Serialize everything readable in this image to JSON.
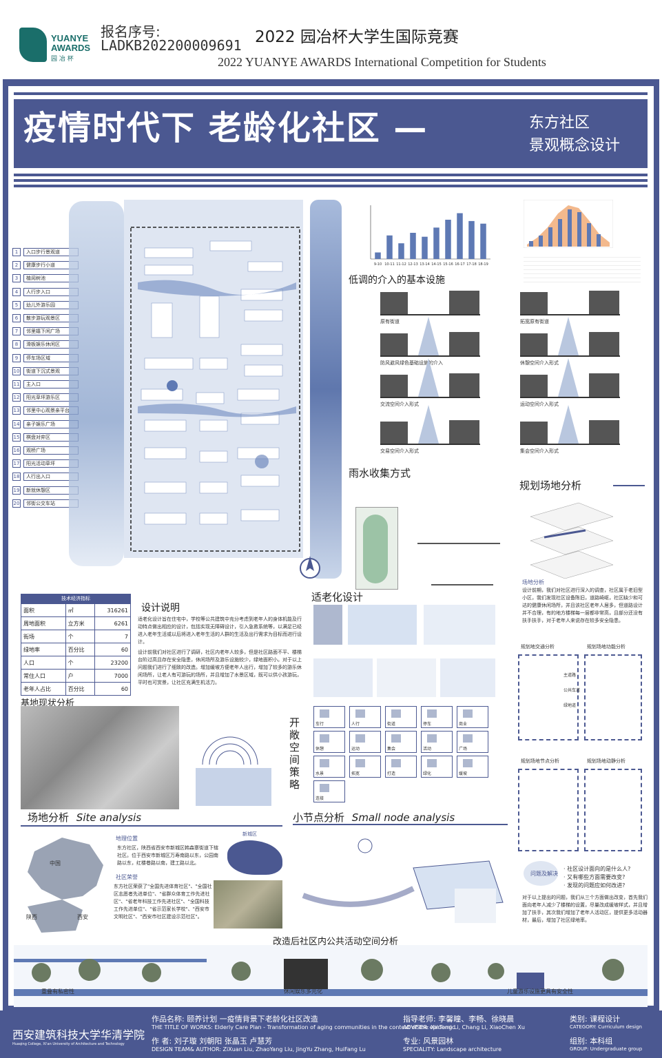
{
  "header": {
    "logo": {
      "line1": "YUANYE",
      "line2": "AWARDS",
      "line3": "园 冶 杯"
    },
    "reg_label": "报名序号:",
    "reg_no": "LADKB202200009691",
    "title_cn": "2022 园冶杯大学生国际竞赛",
    "title_en": "2022 YUANYE AWARDS International Competition for  Students"
  },
  "poster": {
    "title_main": "疫情时代下 老龄化社区 —",
    "title_sub1": "东方社区",
    "title_sub2": "景观概念设计"
  },
  "legend": [
    {
      "n": "1",
      "label": "入口步行景观道"
    },
    {
      "n": "2",
      "label": "健康步行小道"
    },
    {
      "n": "3",
      "label": "植阅树池"
    },
    {
      "n": "4",
      "label": "人行步入口"
    },
    {
      "n": "5",
      "label": "幼儿外游乐园"
    },
    {
      "n": "6",
      "label": "散步游玩观景区"
    },
    {
      "n": "7",
      "label": "邻里嬉下闲广场"
    },
    {
      "n": "8",
      "label": "滑板娱乐休闲区"
    },
    {
      "n": "9",
      "label": "停车场区域"
    },
    {
      "n": "10",
      "label": "街道下沉式景观"
    },
    {
      "n": "11",
      "label": "主入口"
    },
    {
      "n": "12",
      "label": "阳光草坪游乐区"
    },
    {
      "n": "13",
      "label": "邻里中心观景亲平台"
    },
    {
      "n": "14",
      "label": "亲子娱乐广场"
    },
    {
      "n": "15",
      "label": "棋盘对弈区"
    },
    {
      "n": "16",
      "label": "观桥广场"
    },
    {
      "n": "17",
      "label": "阳光活动草坪"
    },
    {
      "n": "18",
      "label": "人行出入口"
    },
    {
      "n": "19",
      "label": "新就休憩区"
    },
    {
      "n": "20",
      "label": "邻街公交车站"
    }
  ],
  "sections": {
    "facilities": "低调的介入的基本设施",
    "rain": "雨水收集方式",
    "planning": "规划场地分析",
    "aging": "适老化设计",
    "design_desc": "设计说明",
    "site_status": "基地现状分析",
    "open_space": "开敞空间策略",
    "site_analysis_cn": "场地分析",
    "site_analysis_en": "Site analysis",
    "small_node_cn": "小节点分析",
    "small_node_en": "Small node analysis",
    "public_space": "改造后社区内公共活动空间分析",
    "tech": "技术经济指标"
  },
  "facility_labels": [
    "原有街道",
    "拓宽原有街道",
    "防风避风绿色基础设施的介入",
    "休憩空间介入形式",
    "交流空间介入形式",
    "运动空间介入形式",
    "交易空间介入形式",
    "集会空间介入形式"
  ],
  "tech_table": [
    [
      "面积",
      "㎡",
      "316261"
    ],
    [
      "周地面积",
      "立方米",
      "6261"
    ],
    [
      "街场",
      "个",
      "7"
    ],
    [
      "绿地率",
      "百分比",
      "60"
    ],
    [
      "人口",
      "个",
      "23200"
    ],
    [
      "常住人口",
      "户",
      "7000"
    ],
    [
      "老年人占比",
      "百分比",
      "60"
    ]
  ],
  "chart_data": {
    "type": "bar",
    "title": "",
    "categories": [
      "9-10",
      "10-11",
      "11-12",
      "12-13",
      "13-14",
      "14-15",
      "15-16",
      "16-17",
      "17-18",
      "18-19"
    ],
    "values": [
      5,
      18,
      12,
      20,
      17,
      24,
      30,
      35,
      29,
      27
    ],
    "ylim": [
      0,
      40
    ]
  },
  "design_text": "适老化设计旨在住宅中，学校等公共建筑中充分考虑到老年人的身体机能及行动特点做出相应的设计，包括实现无障碍设计，引入急救系统等，以满足已经进入老年生活或以后将进入老年生活的人群的生活及出行需求为目标而进行设计。",
  "design_text2": "设计前我们对社区进行了调研，社区内老年人较多，但是社区路面不平、楼梯台阶过高且存在安全隐患，休闲场所及游乐设施较少，绿地面积小。对于以上问题我们进行了细致的改造。增加缓坡方便老年人出行，增加了较多的游乐休闲场所，让老人有可游玩的场所，并且增加了水景区域，既可以供小孩游玩，平时也可赏景，让社区充满生机活力。",
  "site_text1": "地理位置",
  "site_text2": "东方社区，陕西省西安市新城区韩森寨街道下辖社区。位于西安市新城区万寿南路以东，公园南路以东，红楼巷路以南，建工路以北。",
  "site_text3": "社区荣誉",
  "site_text4": "东方社区荣获了\"全国先进体育社区\"、\"全国社区志愿者先进单位\"、\"省群众体育工作先进社区\"、\"省老年科技工作先进社区\"、\"全国科技工作先进单位\"、\"省示范家长学校\"、\"西安市文明社区\"、\"西安市社区建设示范社区\"。",
  "map_labels": {
    "china": "中国",
    "shaanxi": "陕西",
    "xian": "西安",
    "xincheng": "新城区"
  },
  "planning_text": "设计前期，我们对社区进行深入的调查，社区属于老旧型小区，我们发现社区设备陈旧，道路崎岖，社区缺少和可达的健康休闲场所，并且该社区老年人居多，但道路设计并不合理，有的地方楼梯每一层都非常高，且部分还没有扶手扶手，对于老年人来说存在较多安全隐患。",
  "planning_label": "场地分析",
  "problem": {
    "title": "问题及解决",
    "q1": "· 社区设计面向的是什么人?",
    "q2": "· 又有哪些方面需要改变?",
    "q3": "· 发现的问题应如何改进?",
    "answer": "对于以上提出的问题，我们从三个方面做出改变，首先我们面向老年人减少了楼梯的设置，尽量改成缓坡样式，并且增加了扶手，其次我们增加了老年人活动区，提供更多活动器材，最后，增加了社区绿地率。"
  },
  "plan_boxes": [
    "规划地交通分析",
    "规划场地功能分析",
    "规划场地节点分析",
    "规划场地动静分析"
  ],
  "road_labels": [
    "主道路",
    "公共车道",
    "绿地道"
  ],
  "open_labels": [
    "车行",
    "人行",
    "街道",
    "停车",
    "商业",
    "休憩",
    "运动",
    "集会",
    "活动",
    "广场",
    "水景",
    "拓宽",
    "打造",
    "绿化",
    "缓坡",
    "连接"
  ],
  "public_labels": [
    "重叠有私密性",
    "休闲娱乐多元化",
    "儿童游乐设施更具有安全性"
  ],
  "footer": {
    "school": "西安建筑科技大学华清学院",
    "school_en": "Huaqing College, Xi'an University of Architecture and Technology",
    "work_name": "作品名称: 颐养计划 一疫情背景下老龄化社区改造",
    "work_en": "THE TITLE OF WORKS:  Elderly Care Plan - Transformation of aging communities in the context of the epidemic",
    "authors": "作    者: 刘子璇 刘朝阳 张晶玉 卢慧芳",
    "authors_en": "DESIGN TEAM& AUTHOR:  ZiXuan Liu, ZhaoYang Liu, JingYu Zhang, HuiFang Lu",
    "adviser": "指导老师: 李馨瞳、李畅、徐晓晨",
    "adviser_en": "ADVISER:  XinTong Li, Chang Li, XiaoChen Xu",
    "major": "专业: 风景园林",
    "major_en": "SPECIALITY:  Landscape architecture",
    "category": "类别: 课程设计",
    "category_en": "CATEGORY:  Curriculum design",
    "group": "组别: 本科组",
    "group_en": "GROUP:  Undergraduate group"
  },
  "colors": {
    "brand": "#4b5891",
    "accent": "#5e79b4",
    "logo": "#1a6e6a"
  }
}
